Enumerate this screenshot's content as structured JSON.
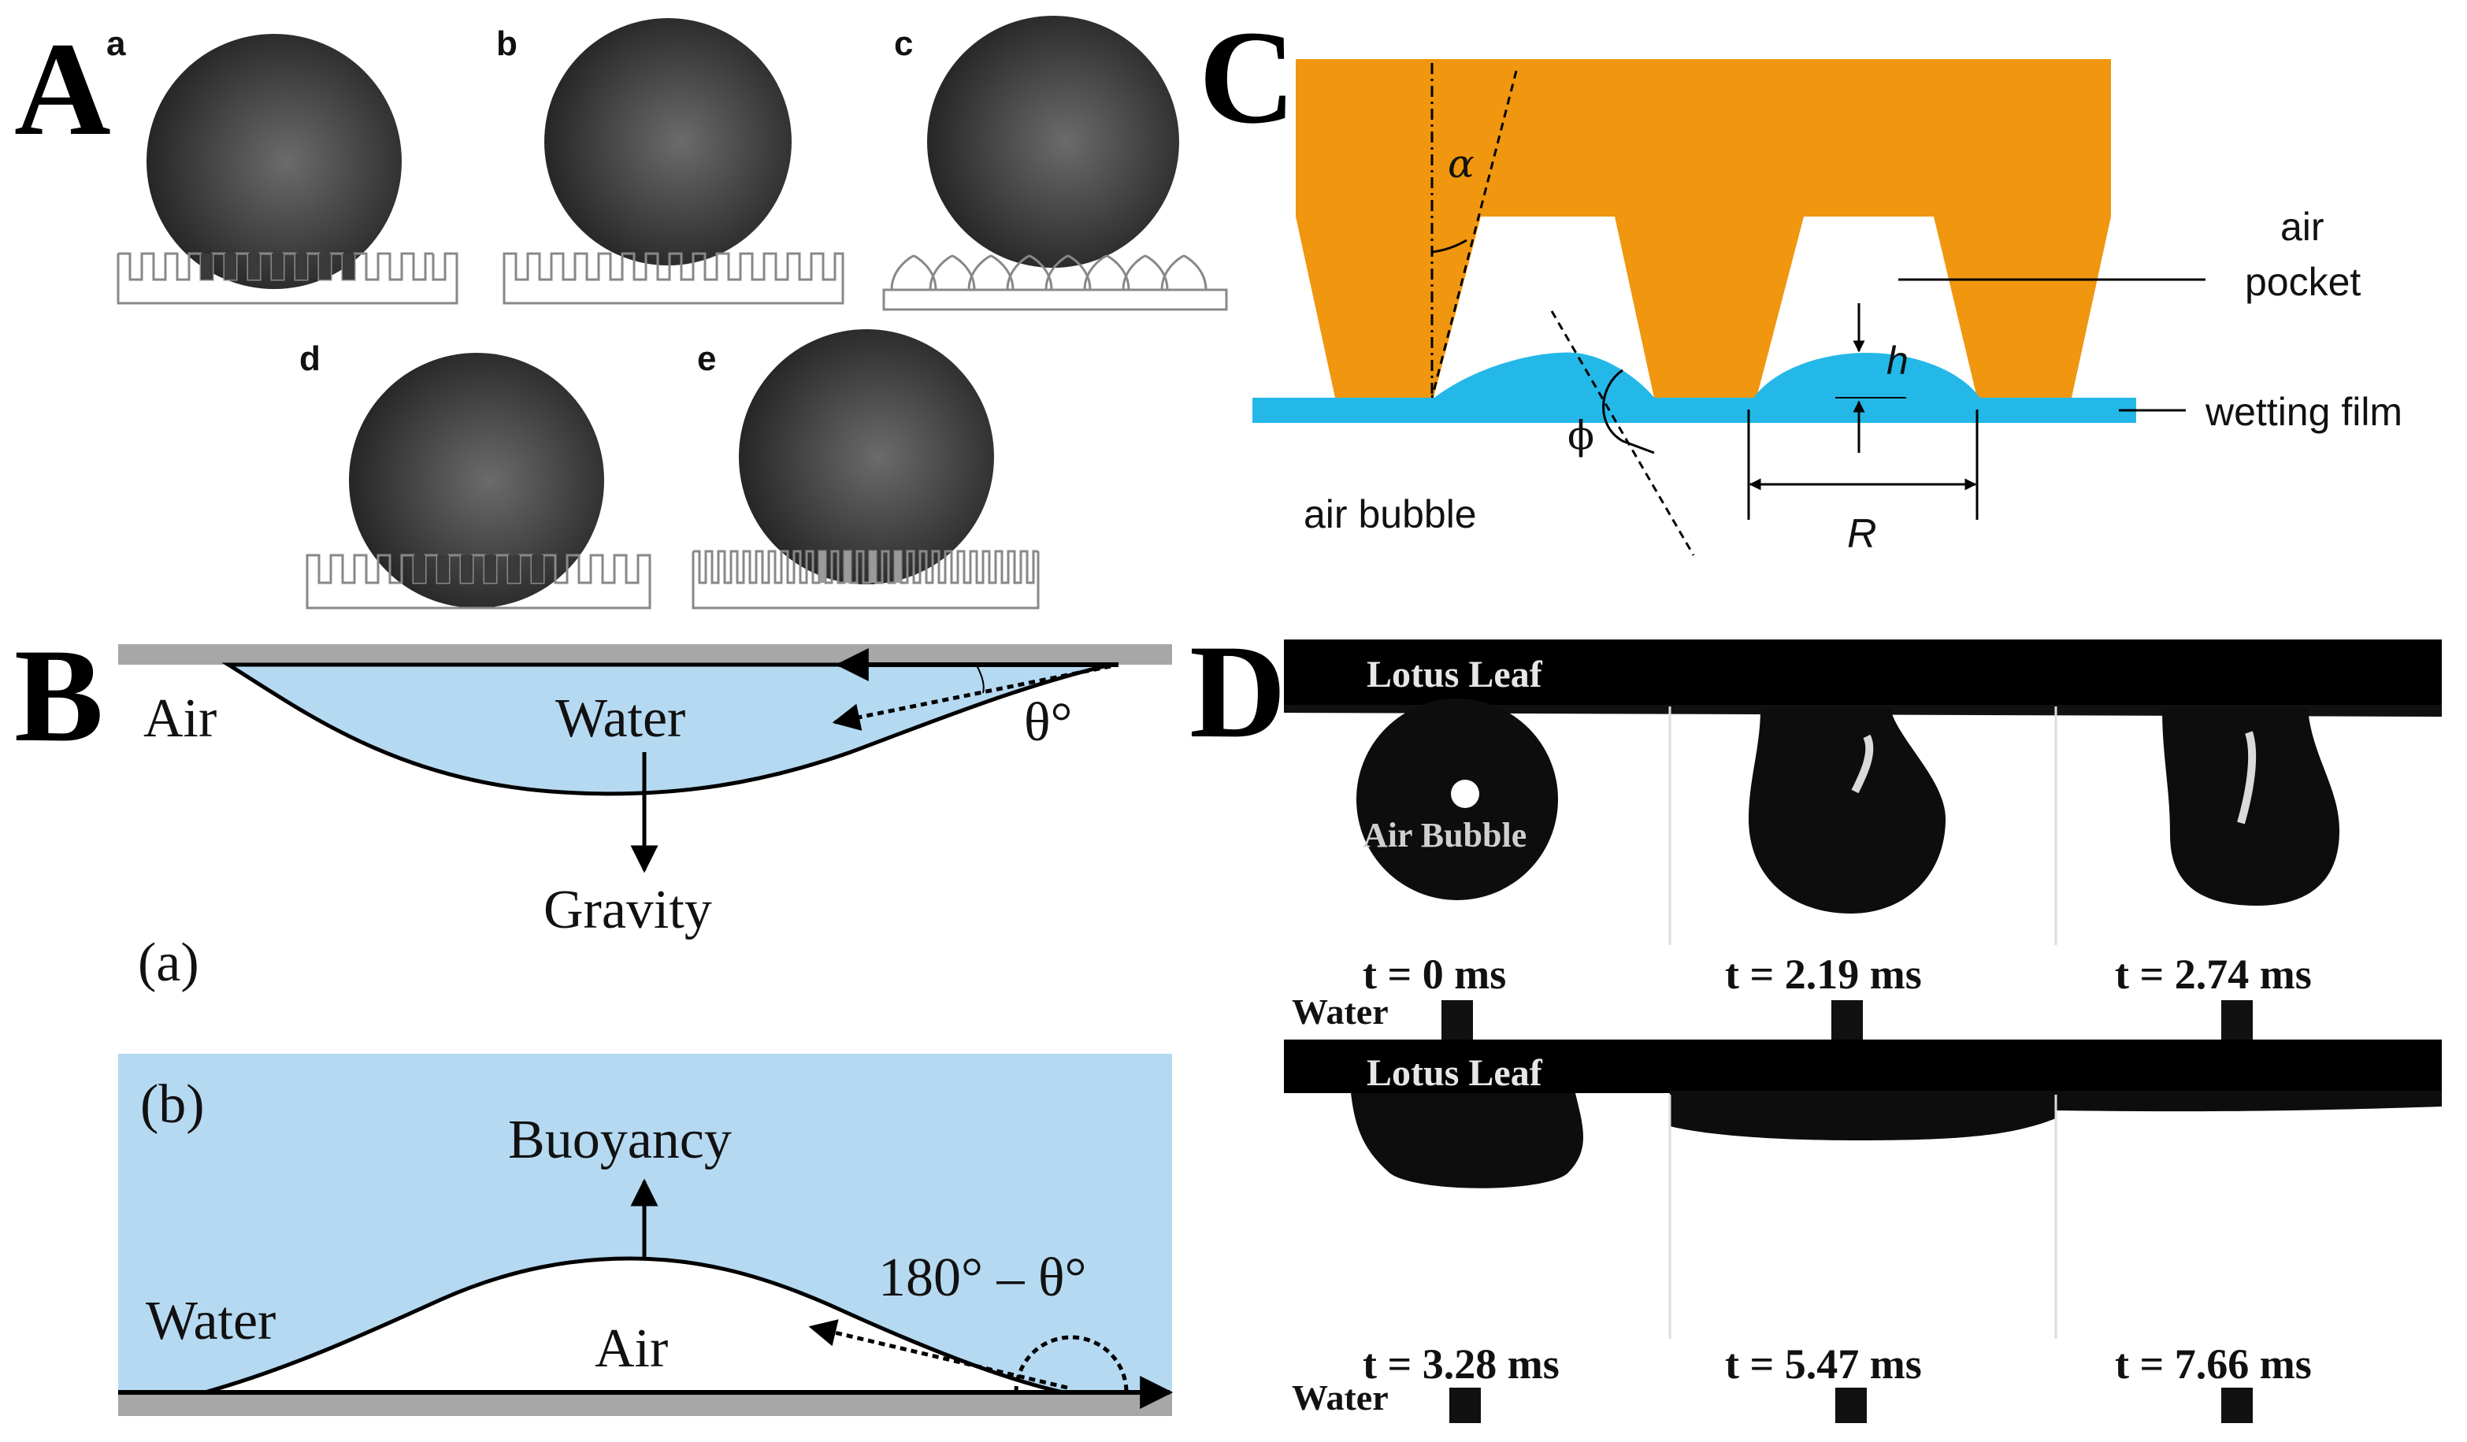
{
  "panels": {
    "A": {
      "letter": "A",
      "sublabels": [
        "a",
        "b",
        "c",
        "d",
        "e"
      ]
    },
    "B": {
      "letter": "B",
      "top": {
        "tag": "(a)",
        "air": "Air",
        "water": "Water",
        "gravity": "Gravity",
        "angle": "θ°"
      },
      "bottom": {
        "tag": "(b)",
        "buoyancy": "Buoyancy",
        "water": "Water",
        "air": "Air",
        "angle": "180° – θ°"
      }
    },
    "C": {
      "letter": "C",
      "alpha": "α",
      "phi": "ϕ",
      "h": "h",
      "R": "R",
      "air_pocket_1": "air",
      "air_pocket_2": "pocket",
      "wetting_film": "wetting film",
      "air_bubble": "air bubble"
    },
    "D": {
      "letter": "D",
      "lotus_leaf": "Lotus Leaf",
      "air_bubble": "Air Bubble",
      "water": "Water",
      "times_row1": [
        "t = 0 ms",
        "t = 2.19 ms",
        "t = 2.74 ms"
      ],
      "times_row2": [
        "t = 3.28 ms",
        "t = 5.47 ms",
        "t = 7.66 ms"
      ]
    }
  },
  "colors": {
    "orange": "#f0960f",
    "cyan": "#24b8e8",
    "light_blue": "#b5d9f1",
    "grey_plate": "#a7a7a7",
    "dark_sphere": "#3a3a3a"
  }
}
